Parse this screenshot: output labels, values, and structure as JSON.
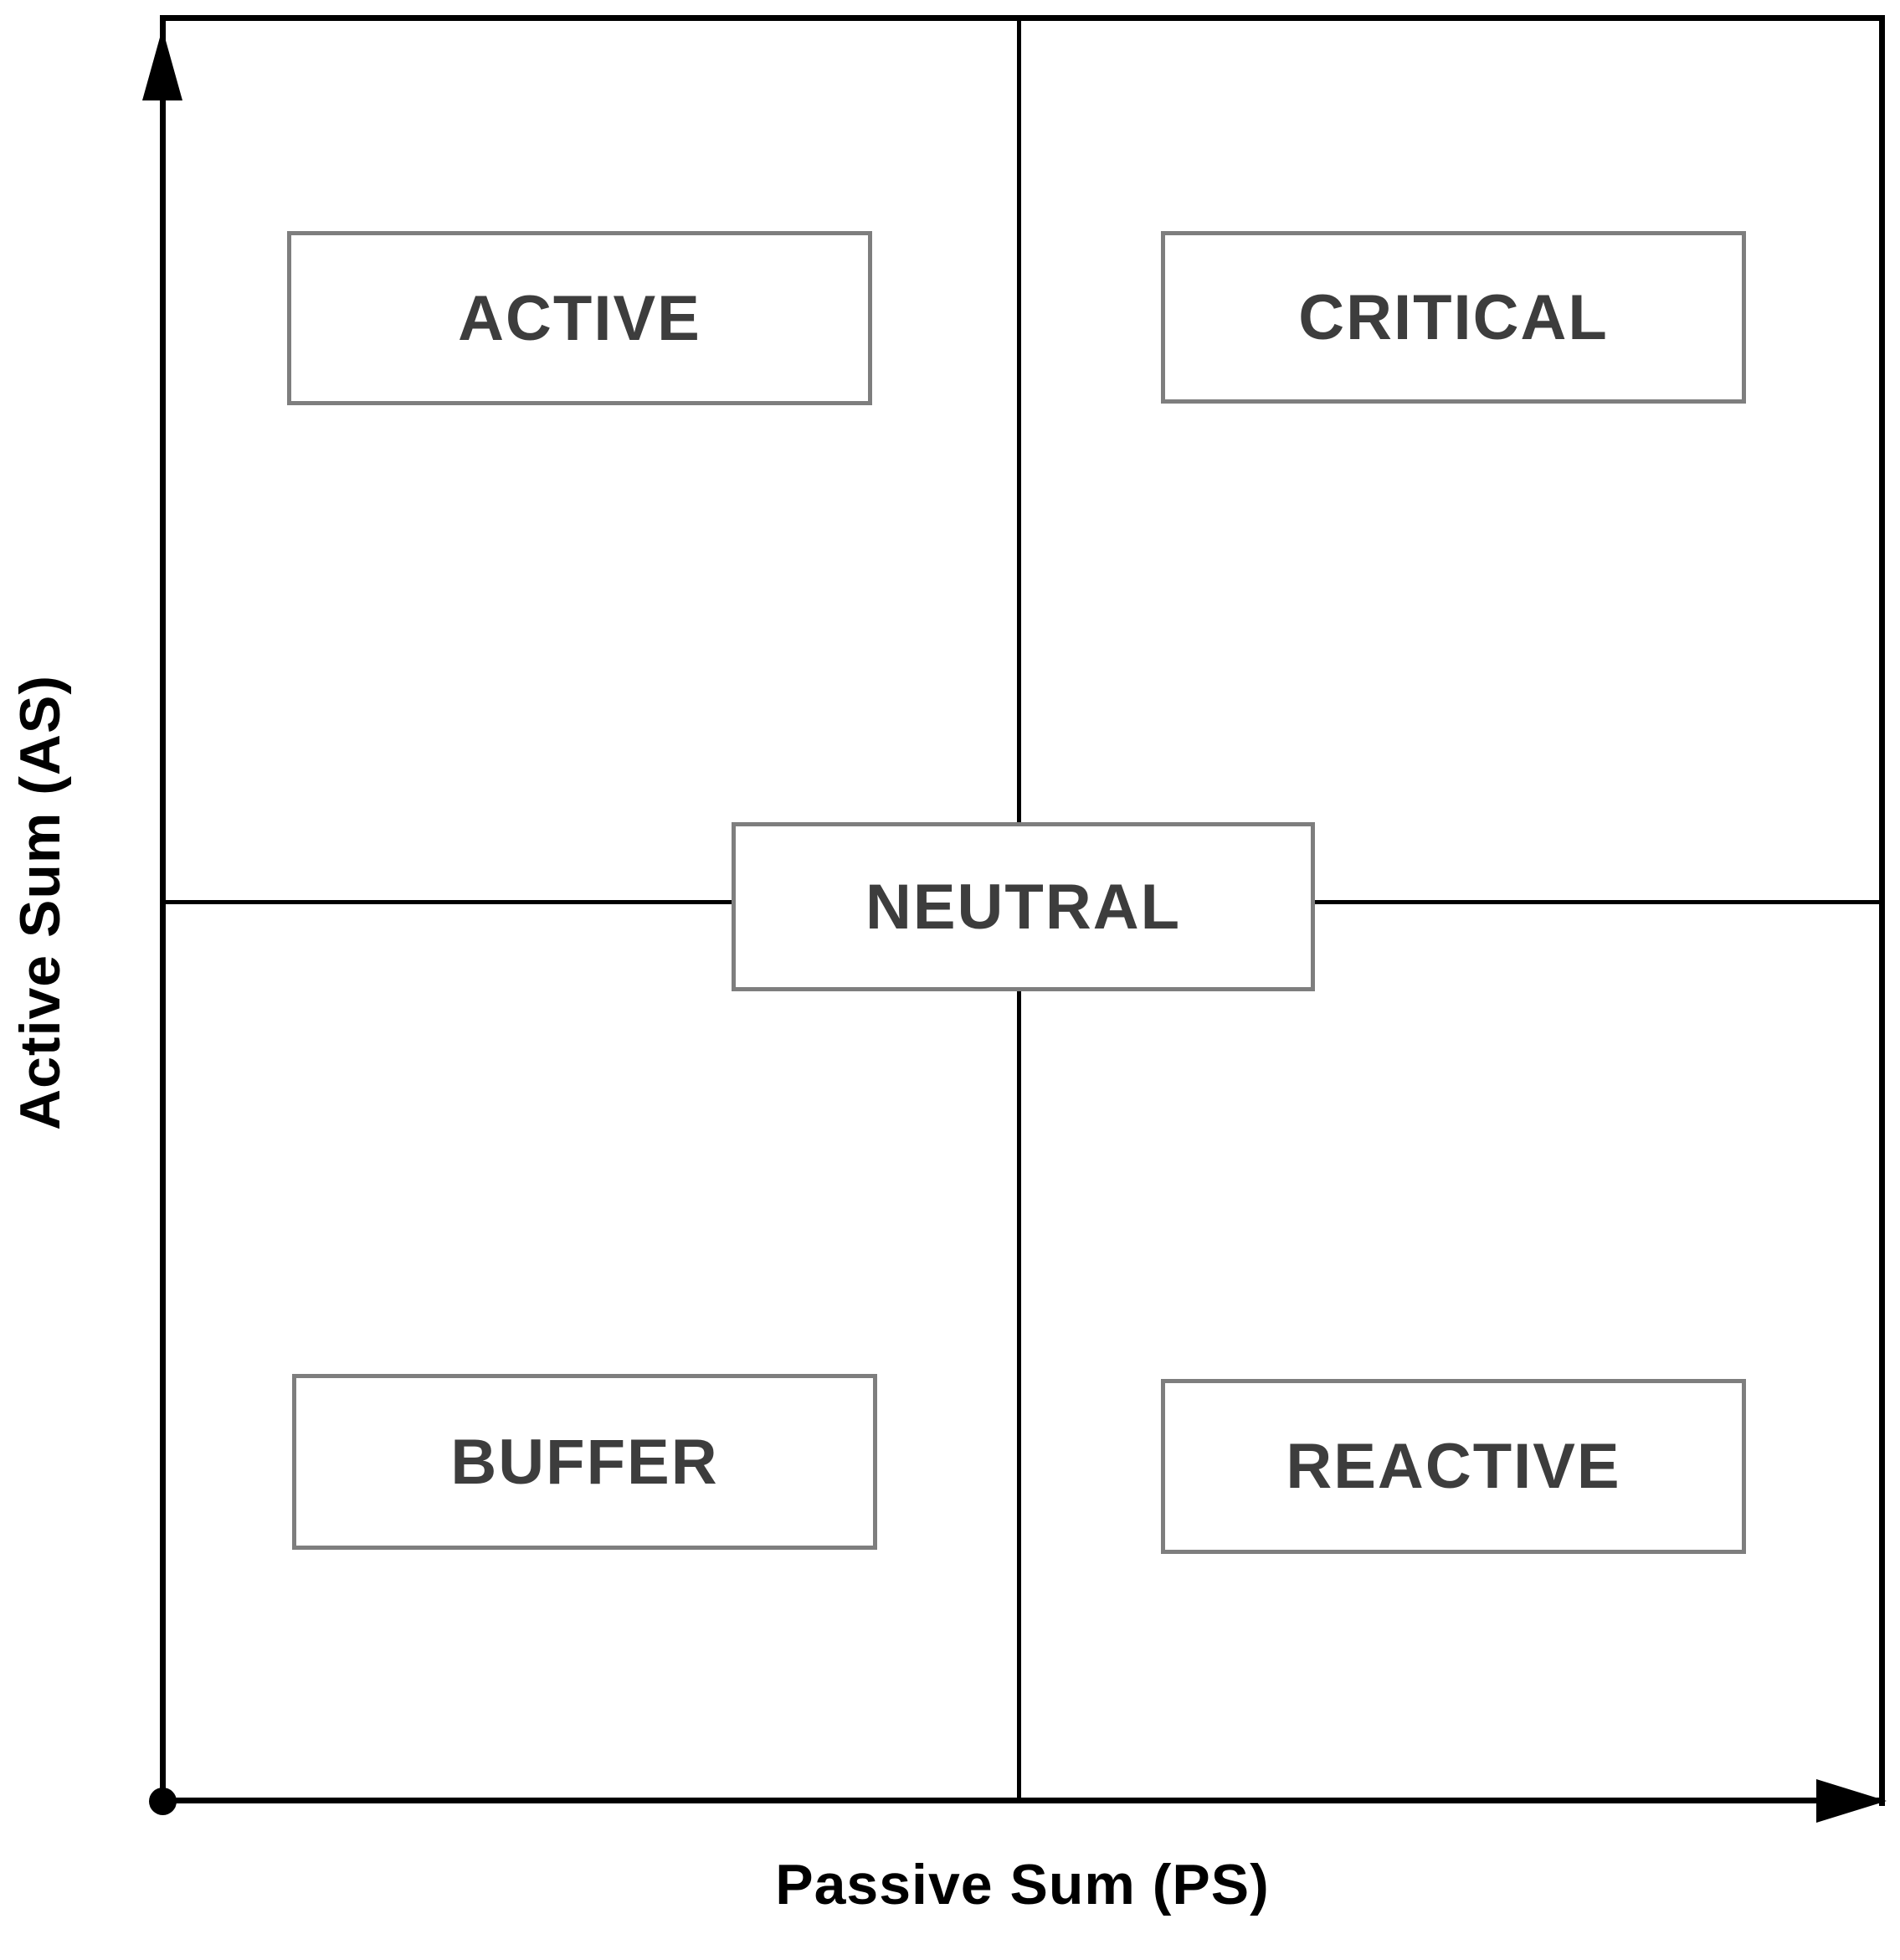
{
  "axes": {
    "x_label": "Passive Sum (PS)",
    "y_label": "Active Sum (AS)"
  },
  "quadrants": {
    "top_left": "ACTIVE",
    "top_right": "CRITICAL",
    "bottom_left": "BUFFER",
    "bottom_right": "REACTIVE",
    "center": "NEUTRAL"
  },
  "colors": {
    "box_border": "#7e7e7e",
    "quadrant_label": "#3d3d3d",
    "axis_label": "#000000",
    "line": "#000000",
    "background": "#ffffff"
  }
}
